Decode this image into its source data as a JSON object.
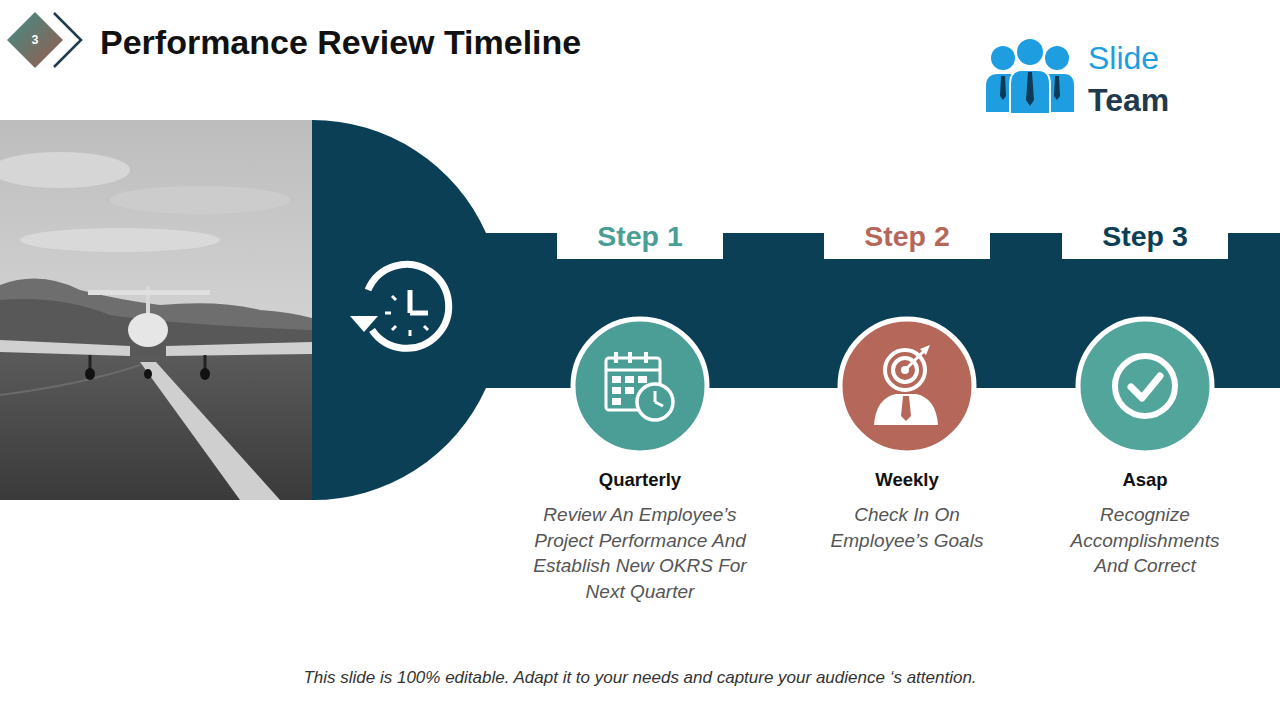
{
  "diagram": {
    "title": "Performance Review Timeline",
    "caption": "This slide is 100% editable. Adapt it to your needs and capture your audience ‘s attention.",
    "nodes": [
      {
        "text": [
          "3"
        ]
      },
      {
        "text": [
          "Step 1"
        ]
      },
      {
        "text": [
          "Quarterly",
          "Review An Employee’s Project Performance And Establish New OKRS For Next Quarter"
        ]
      },
      {
        "text": [
          "Step 2"
        ]
      },
      {
        "text": [
          "Weekly",
          "Check In On Employee’s Goals"
        ]
      },
      {
        "text": [
          "Step 3"
        ]
      },
      {
        "text": [
          "Asap",
          "Recognize Accomplishments And Correct"
        ]
      }
    ],
    "labels": [
      "Slide",
      "Team"
    ]
  }
}
